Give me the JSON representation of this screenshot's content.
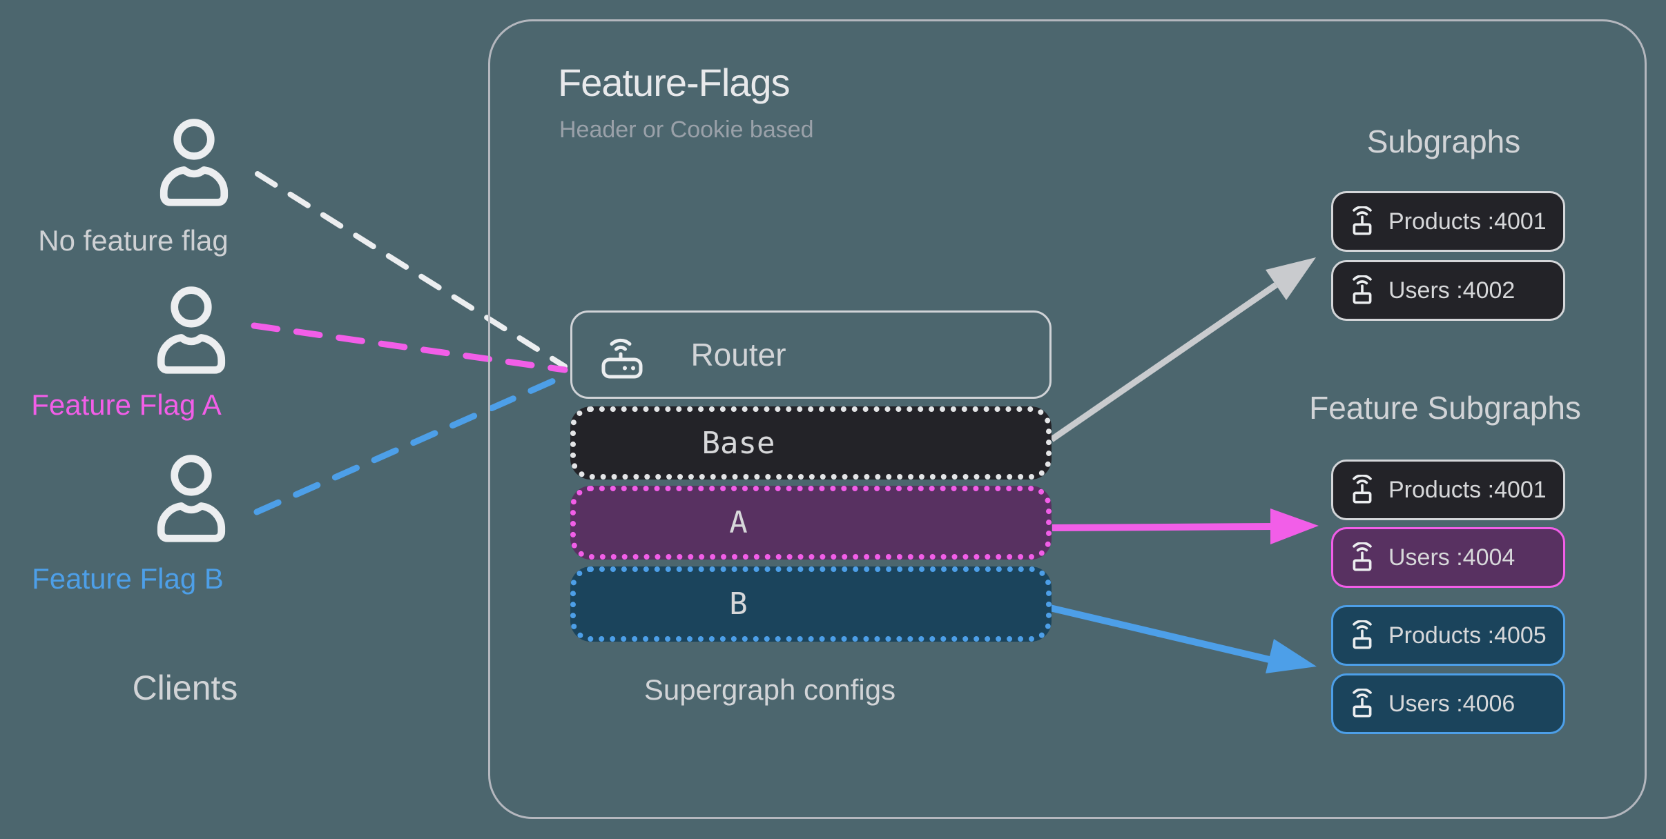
{
  "colors": {
    "background": "#4c666e",
    "panel_border": "#b4b7be",
    "accent_pink": "#f25ee8",
    "accent_blue": "#4d9fe8",
    "arrow_gray": "#c9cbce",
    "dark_node_fill": "#232328",
    "purple_node_fill": "#583161",
    "blue_node_fill": "#1b445c",
    "light_text": "#d7d8da",
    "muted_text": "#9aa1a9"
  },
  "clients": {
    "heading": "Clients",
    "items": [
      {
        "id": "no-flag",
        "label": "No feature flag",
        "icon": "user-icon"
      },
      {
        "id": "flag-a",
        "label": "Feature Flag A",
        "icon": "user-icon"
      },
      {
        "id": "flag-b",
        "label": "Feature Flag B",
        "icon": "user-icon"
      }
    ]
  },
  "panel": {
    "title": "Feature-Flags",
    "subtitle": "Header or Cookie based",
    "router": {
      "label": "Router",
      "icon": "router-icon"
    },
    "configs": [
      {
        "id": "base",
        "label": "Base"
      },
      {
        "id": "a",
        "label": "A"
      },
      {
        "id": "b",
        "label": "B"
      }
    ],
    "caption": "Supergraph configs"
  },
  "subgraphs": {
    "heading": "Subgraphs",
    "nodes": [
      {
        "label": "Products :4001",
        "icon": "broadcast-server-icon"
      },
      {
        "label": "Users :4002",
        "icon": "broadcast-server-icon"
      }
    ]
  },
  "feature_subgraphs": {
    "heading": "Feature Subgraphs",
    "nodes": [
      {
        "label": "Products :4001",
        "icon": "broadcast-server-icon"
      },
      {
        "label": "Users :4004",
        "icon": "broadcast-server-icon"
      },
      {
        "label": "Products :4005",
        "icon": "broadcast-server-icon"
      },
      {
        "label": "Users :4006",
        "icon": "broadcast-server-icon"
      }
    ]
  }
}
